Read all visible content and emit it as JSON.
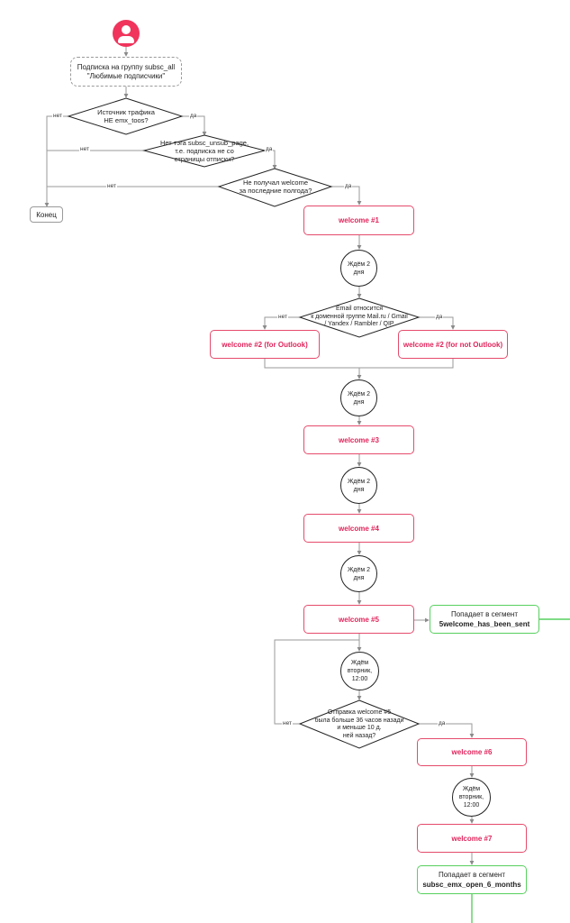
{
  "start": {
    "subscribe_line1": "Подписка на группу subsc_all",
    "subscribe_line2": "\"Любимые подписчики\""
  },
  "decisions": {
    "traffic": [
      "Источник трафика",
      "НЕ emx_toos?"
    ],
    "unsub_tag": [
      "Нет тэга subsc_unsub_page,",
      "т.е. подписка не со",
      "страницы отписки?"
    ],
    "no_welcome": [
      "Не получал welcome",
      "за последние полгода?"
    ],
    "email_domain": [
      "Email относится",
      "к доменной группе Mail.ru / Gmail",
      "/ Yandex / Rambler / QIP"
    ],
    "welcome5_timing": [
      "Отправка welcome #5",
      "была больше 36 часов назади",
      "и меньше 10 д.",
      "ней назад?"
    ]
  },
  "end_label": "Конец",
  "emails": {
    "w1": "welcome #1",
    "w2_outlook": "welcome #2 (for Outlook)",
    "w2_not_outlook": "welcome #2 (for not Outlook)",
    "w3": "welcome #3",
    "w4": "welcome #4",
    "w5": "welcome #5",
    "w6": "welcome #6",
    "w7": "welcome #7"
  },
  "waits": {
    "two_days": [
      "Ждём 2",
      "дня"
    ],
    "tuesday": [
      "Ждём",
      "вторник,",
      "12:00"
    ]
  },
  "segments": {
    "prefix": "Попадает в сегмент",
    "welcome_sent": "5welcome_has_been_sent",
    "open_6_months": "subsc_emx_open_6_months"
  },
  "edge_labels": {
    "yes": "да",
    "no": "нет"
  },
  "colors": {
    "pink": "#e54b6c",
    "pink_text": "#e0245b",
    "green": "#57d05e",
    "avatar": "#f0345c",
    "line": "#9a9a9a"
  }
}
